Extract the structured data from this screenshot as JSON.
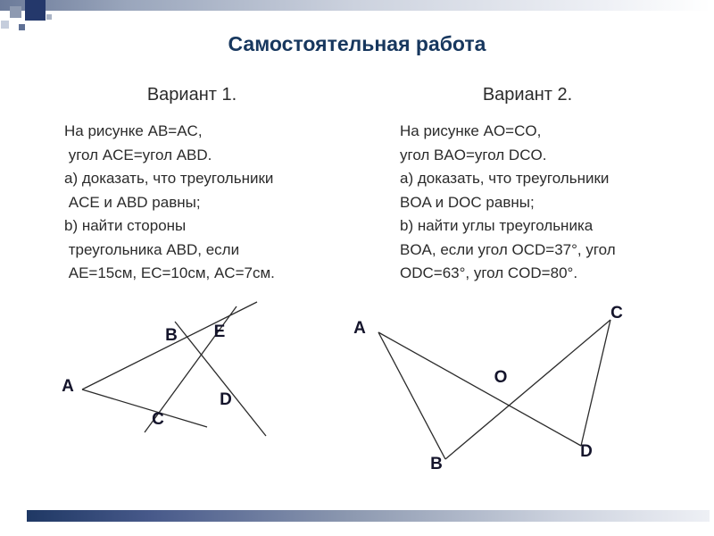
{
  "slide": {
    "title": "Самостоятельная работа",
    "variant1": {
      "heading": "Вариант 1.",
      "lines": [
        "На рисунке AB=AC,",
        " угол ACE=угол ABD.",
        "а) доказать, что треугольники",
        " ACE и ABD равны;",
        "b) найти стороны",
        " треугольника ABD, если",
        " AE=15см, EC=10см, AC=7см."
      ]
    },
    "variant2": {
      "heading": "Вариант 2.",
      "lines": [
        "На рисунке AO=CO,",
        "угол BAO=угол DCO.",
        "а) доказать, что треугольники",
        "BOA и DOC равны;",
        "b) найти углы треугольника",
        "BOA, если угол OCD=37°, угол",
        "ODC=63°, угол COD=80°."
      ]
    },
    "figure1": {
      "labels": {
        "A": "A",
        "B": "B",
        "C": "C",
        "D": "D",
        "E": "E"
      }
    },
    "figure2": {
      "labels": {
        "A": "A",
        "B": "B",
        "C": "C",
        "D": "D",
        "O": "O"
      }
    },
    "colors": {
      "title": "#17375e",
      "text": "#2b2b2b",
      "decoration_dark": "#1f3864",
      "decoration_mid": "#8e9ab1",
      "decoration_light": "#c5cddc"
    }
  }
}
